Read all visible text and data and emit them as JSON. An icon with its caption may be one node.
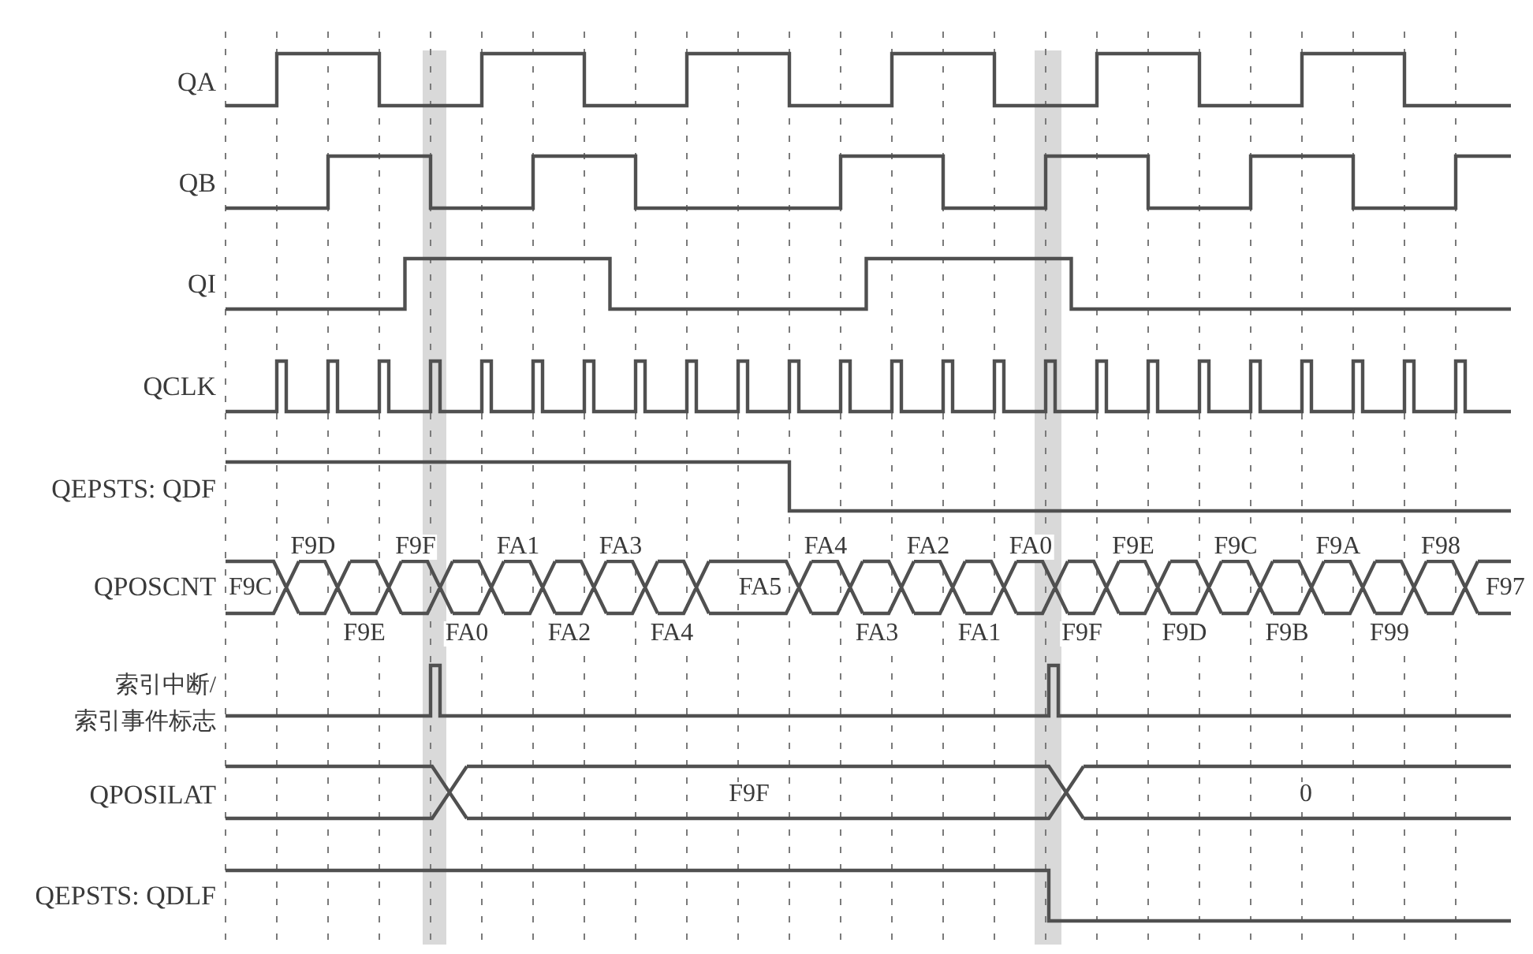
{
  "diagram": {
    "labels": [
      "QA",
      "QB",
      "QI",
      "QCLK",
      "QEPSTS: QDF",
      "F9D",
      "F9F",
      "FA1",
      "FA3",
      "FA4",
      "FA2",
      "FA0",
      "F9E",
      "F9C",
      "F9A",
      "F98",
      "QPOSCNT",
      "F9C",
      "FA5",
      "F97",
      "F9E",
      "FA0",
      "FA2",
      "FA4",
      "FA3",
      "FA1",
      "F9F",
      "F9D",
      "F9B",
      "F99",
      "索引中断/索引事件标志",
      "QPOSILAT",
      "F9F",
      "0",
      "QEPSTS: QDLF"
    ]
  }
}
